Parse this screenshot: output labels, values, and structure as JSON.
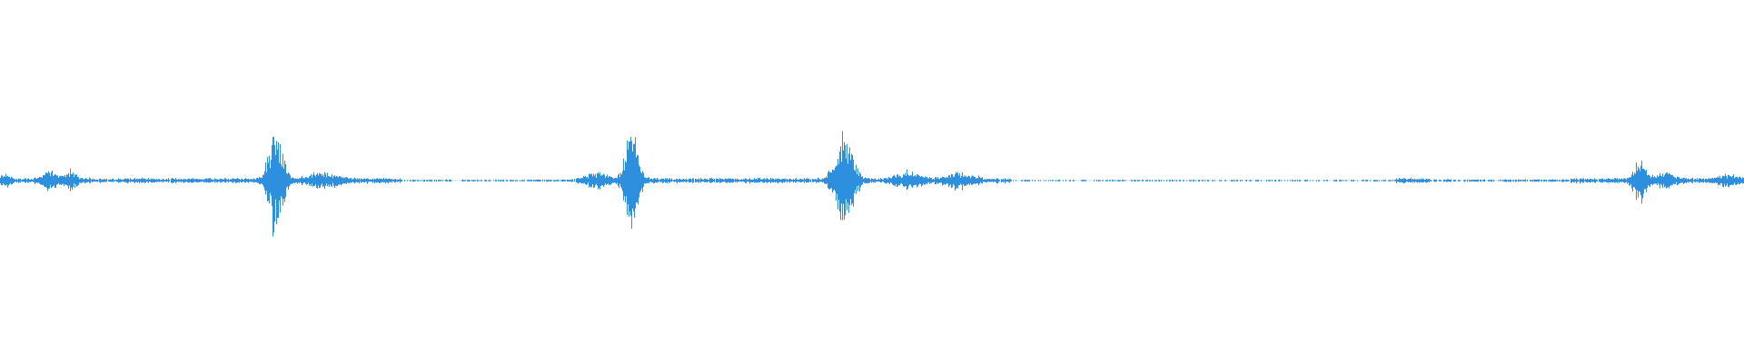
{
  "waveform": {
    "color": "#2f8fdf",
    "baseline_color": "#2f8fdf",
    "duration_label": "",
    "noise_level": 0.012,
    "bursts": [
      {
        "center": 0.003,
        "width": 0.004,
        "amplitude": 0.05
      },
      {
        "center": 0.028,
        "width": 0.006,
        "amplitude": 0.06
      },
      {
        "center": 0.04,
        "width": 0.005,
        "amplitude": 0.07
      },
      {
        "center": 0.158,
        "width": 0.006,
        "amplitude": 0.45
      },
      {
        "center": 0.185,
        "width": 0.012,
        "amplitude": 0.06
      },
      {
        "center": 0.362,
        "width": 0.006,
        "amplitude": 0.35
      },
      {
        "center": 0.342,
        "width": 0.01,
        "amplitude": 0.05
      },
      {
        "center": 0.484,
        "width": 0.008,
        "amplitude": 0.35
      },
      {
        "center": 0.52,
        "width": 0.01,
        "amplitude": 0.06
      },
      {
        "center": 0.55,
        "width": 0.012,
        "amplitude": 0.05
      },
      {
        "center": 0.94,
        "width": 0.006,
        "amplitude": 0.14
      },
      {
        "center": 0.955,
        "width": 0.008,
        "amplitude": 0.05
      },
      {
        "center": 0.99,
        "width": 0.008,
        "amplitude": 0.04
      }
    ],
    "quiet_regions": [
      {
        "start": 0.23,
        "end": 0.33,
        "level": 0.4
      },
      {
        "start": 0.58,
        "end": 0.8,
        "level": 0.35
      },
      {
        "start": 0.82,
        "end": 0.9,
        "level": 0.5
      }
    ]
  }
}
